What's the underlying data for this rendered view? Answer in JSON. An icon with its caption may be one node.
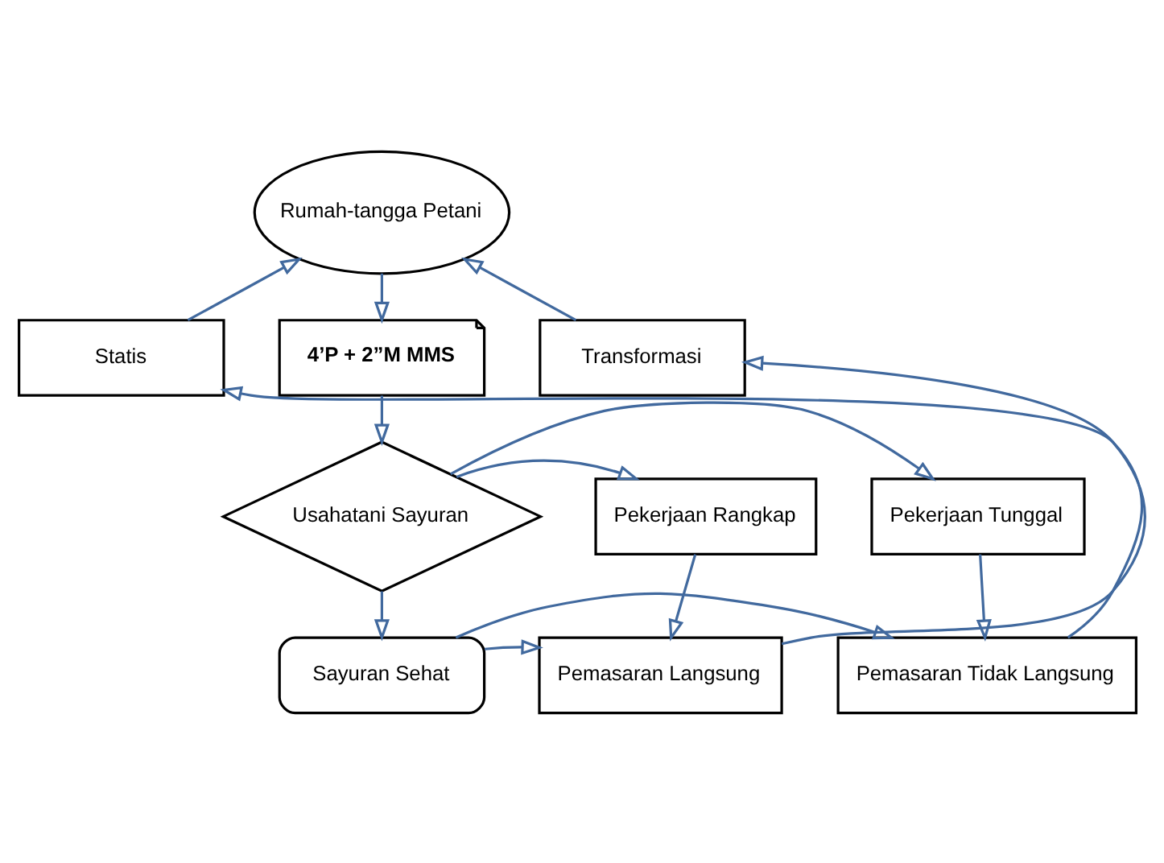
{
  "diagram": {
    "nodes": [
      {
        "text": [
          "Rumah-tangga Petani"
        ]
      },
      {
        "text": [
          "Statis"
        ]
      },
      {
        "text": [
          "4’P + 2”M MMS"
        ]
      },
      {
        "text": [
          "Transformasi"
        ]
      },
      {
        "text": [
          "Pekerjaan Tunggal"
        ]
      },
      {
        "text": [
          "Usahatani Sayuran"
        ]
      },
      {
        "text": [
          "Pekerjaan Rangkap"
        ]
      },
      {
        "text": [
          "Pemasaran Tidak Langsung"
        ]
      },
      {
        "text": [
          "Sayuran Sehat"
        ]
      },
      {
        "text": [
          "Pemasaran Langsung"
        ]
      }
    ],
    "edges": [
      {
        "from": 1,
        "to": 0,
        "arrow": "to"
      },
      {
        "from": 3,
        "to": 0,
        "arrow": "to"
      },
      {
        "from": 0,
        "to": 2,
        "arrow": "to"
      },
      {
        "from": 2,
        "to": 5,
        "arrow": "to"
      },
      {
        "from": 5,
        "to": 4,
        "arrow": "to"
      },
      {
        "from": 5,
        "to": 6,
        "arrow": "to"
      },
      {
        "from": 4,
        "to": 7,
        "arrow": "to"
      },
      {
        "from": 5,
        "to": 8,
        "arrow": "to"
      },
      {
        "from": 6,
        "to": 9,
        "arrow": "to"
      },
      {
        "from": 8,
        "to": 7,
        "arrow": "to"
      },
      {
        "from": 8,
        "to": 9,
        "arrow": "to"
      },
      {
        "from": 7,
        "to": 1,
        "arrow": "to"
      },
      {
        "from": 9,
        "to": 3,
        "arrow": "to"
      }
    ]
  }
}
